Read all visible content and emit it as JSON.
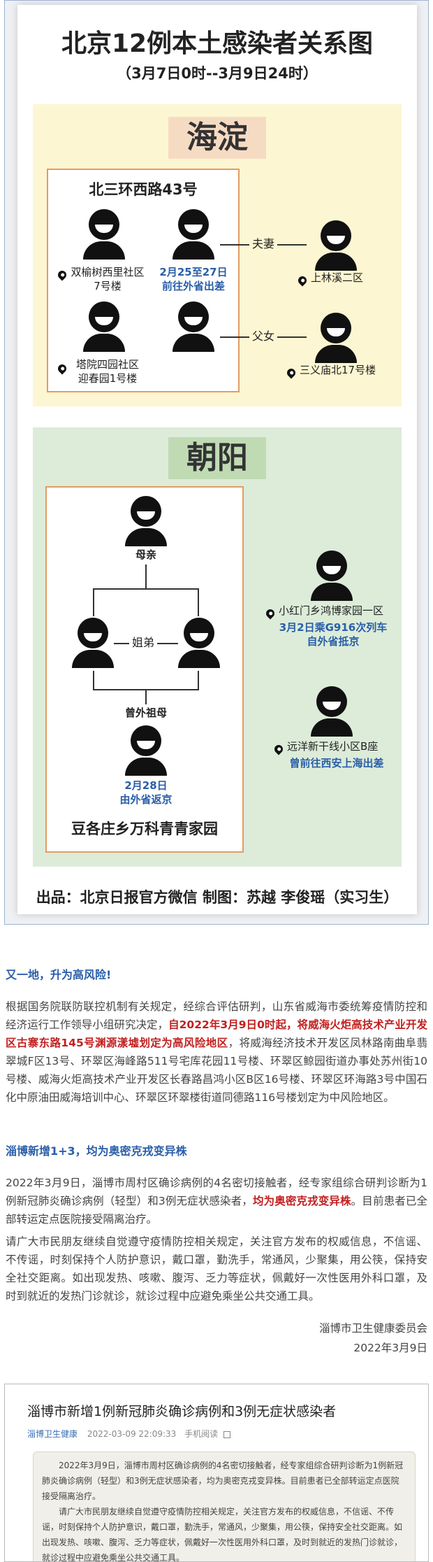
{
  "infographic": {
    "title": "北京12例本土感染者关系图",
    "subtitle": "（3月7日0时--3月9日24时）",
    "haidian": {
      "label": "海淀",
      "box_title": "北三环西路43号",
      "p1_loc": [
        "双榆树西里社区",
        "7号楼"
      ],
      "p2_note": [
        "2月25至27日",
        "前往外省出差"
      ],
      "p3_loc": [
        "塔院四园社区",
        "迎春园1号楼"
      ],
      "rel_couple": "夫妻",
      "rel_father_daughter": "父女",
      "ext1_loc": "上林溪二区",
      "ext2_loc": "三义庙北17号楼"
    },
    "chaoyang": {
      "label": "朝阳",
      "mother": "母亲",
      "siblings": "姐弟",
      "great_grandma": "曾外祖母",
      "ggm_note": [
        "2月28日",
        "由外省返京"
      ],
      "box_title": "豆各庄乡万科青青家园",
      "ext1_loc": "小红门乡鸿博家园一区",
      "ext1_note": [
        "3月2日乘G916次列车",
        "自外省抵京"
      ],
      "ext2_loc": "远洋新干线小区B座",
      "ext2_note": "曾前往西安上海出差"
    },
    "credit": "出品：北京日报官方微信   制图：苏越 李俊瑶（实习生）"
  },
  "article": {
    "s1_heading": "又一地，升为高风险!",
    "s1_a": "根据国务院联防联控机制有关规定，经综合评估研判，山东省威海市委统筹疫情防控和经济运行工作领导小组研究决定，",
    "s1_hl": "自2022年3月9日0时起，将威海火炬高技术产业开发区古寨东路145号渊源漾墟划定为高风险地区",
    "s1_b": "，将威海经济技术开发区凤林路南曲阜翡翠城F区13号、环翠区海峰路511号宅库花园11号楼、环翠区鲸园街道办事处苏州街10号楼、威海火炬高技术产业开发区长春路昌鸿小区B区16号楼、环翠区环海路3号中国石化中原油田威海培训中心、环翠区环翠楼街道同德路116号楼划定为中风险地区。",
    "s2_heading": "淄博新增1+3，均为奥密克戎变异株",
    "s2_a": "2022年3月9日，淄博市周村区确诊病例的4名密切接触者，经专家组综合研判诊断为1例新冠肺炎确诊病例（轻型）和3例无症状感染者，",
    "s2_hl": "均为奥密克戎变异株",
    "s2_b": "。目前患者已全部转运定点医院接受隔离治疗。",
    "s3": "请广大市民朋友继续自觉遵守疫情防控相关规定，关注官方发布的权威信息，不信谣、不传谣，时刻保持个人防护意识，戴口罩，勤洗手，常通风，少聚集，用公筷，保持安全社交距离。如出现发热、咳嗽、腹泻、乏力等症状，佩戴好一次性医用外科口罩，及时到就近的发热门诊就诊，就诊过程中应避免乘坐公共交通工具。",
    "sign_org": "淄博市卫生健康委员会",
    "sign_date": "2022年3月9日"
  },
  "screenshot": {
    "title": "淄博市新增1例新冠肺炎确诊病例和3例无症状感染者",
    "source": "淄博卫生健康",
    "time": "2022-03-09 22:09:33",
    "read": "手机阅读",
    "p1": "2022年3月9日，淄博市周村区确诊病例的4名密切接触者，经专家组综合研判诊断为1例新冠肺炎确诊病例（轻型）和3例无症状感染者，均为奥密克戎变异株。目前患者已全部转运定点医院接受隔离治疗。",
    "p2": "请广大市民朋友继续自觉遵守疫情防控相关规定，关注官方发布的权威信息，不信谣、不传谣，时刻保持个人防护意识，戴口罩，勤洗手，常通风，少聚集，用公筷，保持安全社交距离。如出现发热、咳嗽、腹泻、乏力等症状，佩戴好一次性医用外科口罩，及时到就近的发热门诊就诊，就诊过程中应避免乘坐公共交通工具。"
  }
}
